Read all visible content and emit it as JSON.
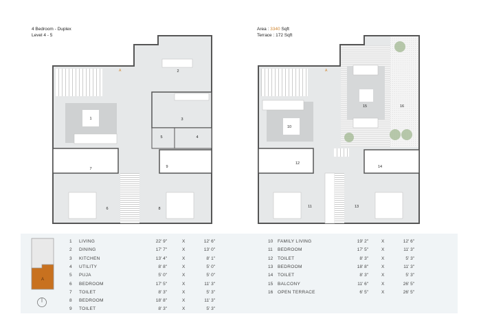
{
  "header_left": {
    "line1": "4 Bedroom - Duplex",
    "line2": "Level 4 - 5"
  },
  "header_right": {
    "area_label": "Area : ",
    "area_value": "3340",
    "area_unit": " Sqft",
    "terrace": "Terrace : 172 Sqft"
  },
  "colors": {
    "accent": "#d0852e",
    "key_unit": "#c8711f",
    "room_fill": "#e6e8e9",
    "rug": "#cfd1d2",
    "wall": "#555555",
    "terrace_green": "#9bb48a"
  },
  "key_plan": {
    "unit_label": "A",
    "icon": "north-compass-icon"
  },
  "plan_labels": {
    "door_mark": "A"
  },
  "rooms_left": [
    {
      "no": "1",
      "name": "LIVING",
      "d1": "22'  9\"",
      "x": "X",
      "d2": "12'  6\""
    },
    {
      "no": "2",
      "name": "DINING",
      "d1": "17'  7\"",
      "x": "X",
      "d2": "13'  0\""
    },
    {
      "no": "3",
      "name": "KITCHEN",
      "d1": "13'  4\"",
      "x": "X",
      "d2": "8'  1\""
    },
    {
      "no": "4",
      "name": "UTILITY",
      "d1": "8'  8\"",
      "x": "X",
      "d2": "5'  0\""
    },
    {
      "no": "5",
      "name": "PUJA",
      "d1": "5'  0\"",
      "x": "X",
      "d2": "5'  0\""
    },
    {
      "no": "6",
      "name": "BEDROOM",
      "d1": "17'  5\"",
      "x": "X",
      "d2": "11'  3\""
    },
    {
      "no": "7",
      "name": "TOILET",
      "d1": "8'  3\"",
      "x": "X",
      "d2": "5'  3\""
    },
    {
      "no": "8",
      "name": "BEDROOM",
      "d1": "18'  8\"",
      "x": "X",
      "d2": "11'  3\""
    },
    {
      "no": "9",
      "name": "TOILET",
      "d1": "8'  3\"",
      "x": "X",
      "d2": "5'  3\""
    }
  ],
  "rooms_right": [
    {
      "no": "10",
      "name": "FAMILY LIVING",
      "d1": "19'  2\"",
      "x": "X",
      "d2": "12'  6\""
    },
    {
      "no": "11",
      "name": "BEDROOM",
      "d1": "17'  5\"",
      "x": "X",
      "d2": "11'  3\""
    },
    {
      "no": "12",
      "name": "TOILET",
      "d1": "8'  3\"",
      "x": "X",
      "d2": "5'  3\""
    },
    {
      "no": "13",
      "name": "BEDROOM",
      "d1": "18'  8\"",
      "x": "X",
      "d2": "11'  3\""
    },
    {
      "no": "14",
      "name": "TOILET",
      "d1": "8'  3\"",
      "x": "X",
      "d2": "5'  3\""
    },
    {
      "no": "15",
      "name": "BALCONY",
      "d1": "11'  6\"",
      "x": "X",
      "d2": "26'  5\""
    },
    {
      "no": "16",
      "name": "OPEN TERRACE",
      "d1": "6'  5\"",
      "x": "X",
      "d2": "26'  5\""
    }
  ]
}
